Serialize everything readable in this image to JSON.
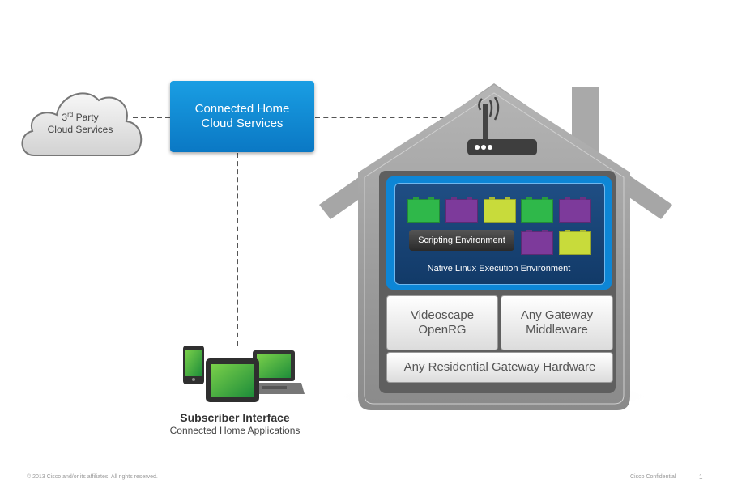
{
  "cloud": {
    "line1_prefix": "3",
    "line1_sup": "rd",
    "line1_suffix": " Party",
    "line2": "Cloud Services"
  },
  "connected_home": {
    "line1": "Connected Home",
    "line2": "Cloud Services"
  },
  "house": {
    "execution_env_label": "Native Linux Execution Environment",
    "scripting_env_label": "Scripting Environment",
    "app_blocks": [
      {
        "color": "#2fb84a"
      },
      {
        "color": "#7d3a9b"
      },
      {
        "color": "#c8db3b"
      },
      {
        "color": "#2fb84a"
      },
      {
        "color": "#7d3a9b"
      },
      {
        "color": "#7d3a9b"
      },
      {
        "color": "#c8db3b"
      }
    ],
    "videoscape": {
      "line1": "Videoscape",
      "line2": "OpenRG"
    },
    "middleware": {
      "line1": "Any Gateway",
      "line2": "Middleware"
    },
    "hardware": "Any Residential Gateway Hardware"
  },
  "subscriber": {
    "title": "Subscriber Interface",
    "subtitle": "Connected Home Applications"
  },
  "footer": {
    "copyright": "© 2013   Cisco and/or its affiliates.  All rights reserved.",
    "confidential": "Cisco Confidential",
    "page": "1"
  },
  "colors": {
    "accent_blue": "#0a86d6",
    "house_gray": "#8f8f8f"
  }
}
